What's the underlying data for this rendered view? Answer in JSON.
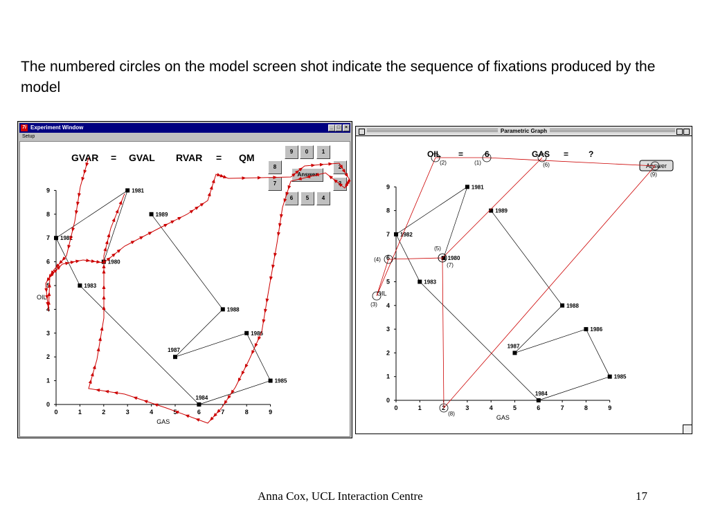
{
  "slide": {
    "title": "The numbered circles on the model screen shot indicate the sequence of fixations produced by the model",
    "footer": "Anna Cox, UCL Interaction Centre",
    "page_number": "17"
  },
  "experiment_window": {
    "title": "Experiment Window",
    "menu": [
      "Setup"
    ],
    "controls": [
      "minimize",
      "maximize",
      "close"
    ],
    "header_texts": [
      "GVAR",
      "=",
      "GVAL",
      "RVAR",
      "=",
      "QM"
    ],
    "keypad": [
      "9",
      "0",
      "1",
      "8",
      "2",
      "7",
      "3",
      "6",
      "5",
      "4"
    ],
    "answer_label": "Answer",
    "axis_label_y": "OIL",
    "axis_label_x": "GAS",
    "x_ticks": [
      "0",
      "1",
      "2",
      "3",
      "4",
      "5",
      "6",
      "7",
      "8",
      "9"
    ],
    "y_ticks": [
      "0",
      "1",
      "2",
      "3",
      "4",
      "5",
      "6",
      "7",
      "8",
      "9"
    ],
    "trace_color": "#cc0000",
    "icons": [
      "window-app-icon",
      "minimize-icon",
      "maximize-icon",
      "close-icon"
    ]
  },
  "parametric_window": {
    "title": "Parametric Graph",
    "header_texts": [
      "OIL",
      "=",
      "6",
      "GAS",
      "=",
      "?"
    ],
    "answer_label": "Answer",
    "axis_label_y": "OIL",
    "axis_label_x": "GAS",
    "x_ticks": [
      "0",
      "1",
      "2",
      "3",
      "4",
      "5",
      "6",
      "7",
      "8",
      "9"
    ],
    "y_ticks": [
      "0",
      "1",
      "2",
      "3",
      "4",
      "5",
      "6",
      "7",
      "8",
      "9"
    ],
    "fixation_labels": [
      "(1)",
      "(2)",
      "(3)",
      "(4)",
      "(5)",
      "(6)",
      "(7)",
      "(8)",
      "(9)"
    ],
    "trace_color": "#cc0000",
    "icons": [
      "close-box-icon",
      "zoom-box-icon",
      "collapse-box-icon",
      "grow-box-icon"
    ]
  },
  "chart_data": [
    {
      "type": "line",
      "name": "experiment-window-graph",
      "xlabel": "GAS",
      "ylabel": "OIL",
      "xlim": [
        0,
        9
      ],
      "ylim": [
        0,
        9
      ],
      "points": [
        {
          "year": "1981",
          "gas": 3,
          "oil": 9
        },
        {
          "year": "1989",
          "gas": 4,
          "oil": 8
        },
        {
          "year": "1982",
          "gas": 0,
          "oil": 7
        },
        {
          "year": "1980",
          "gas": 2,
          "oil": 6
        },
        {
          "year": "1983",
          "gas": 1,
          "oil": 5
        },
        {
          "year": "1988",
          "gas": 7,
          "oil": 4
        },
        {
          "year": "1986",
          "gas": 8,
          "oil": 3
        },
        {
          "year": "1987",
          "gas": 5,
          "oil": 2
        },
        {
          "year": "1985",
          "gas": 9,
          "oil": 1
        },
        {
          "year": "1984",
          "gas": 6,
          "oil": 0
        }
      ],
      "path_order": [
        "1980",
        "1981",
        "1982",
        "1983",
        "1984",
        "1985",
        "1986",
        "1987",
        "1988",
        "1989"
      ]
    },
    {
      "type": "line",
      "name": "parametric-graph",
      "xlabel": "GAS",
      "ylabel": "OIL",
      "xlim": [
        0,
        9
      ],
      "ylim": [
        0,
        9
      ],
      "points": [
        {
          "year": "1981",
          "gas": 3,
          "oil": 9
        },
        {
          "year": "1989",
          "gas": 4,
          "oil": 8
        },
        {
          "year": "1982",
          "gas": 0,
          "oil": 7
        },
        {
          "year": "1980",
          "gas": 2,
          "oil": 6
        },
        {
          "year": "1983",
          "gas": 1,
          "oil": 5
        },
        {
          "year": "1988",
          "gas": 7,
          "oil": 4
        },
        {
          "year": "1986",
          "gas": 8,
          "oil": 3
        },
        {
          "year": "1987",
          "gas": 5,
          "oil": 2
        },
        {
          "year": "1985",
          "gas": 9,
          "oil": 1
        },
        {
          "year": "1984",
          "gas": 6,
          "oil": 0
        }
      ],
      "path_order": [
        "1980",
        "1981",
        "1982",
        "1983",
        "1984",
        "1985",
        "1986",
        "1987",
        "1988",
        "1989"
      ]
    }
  ]
}
